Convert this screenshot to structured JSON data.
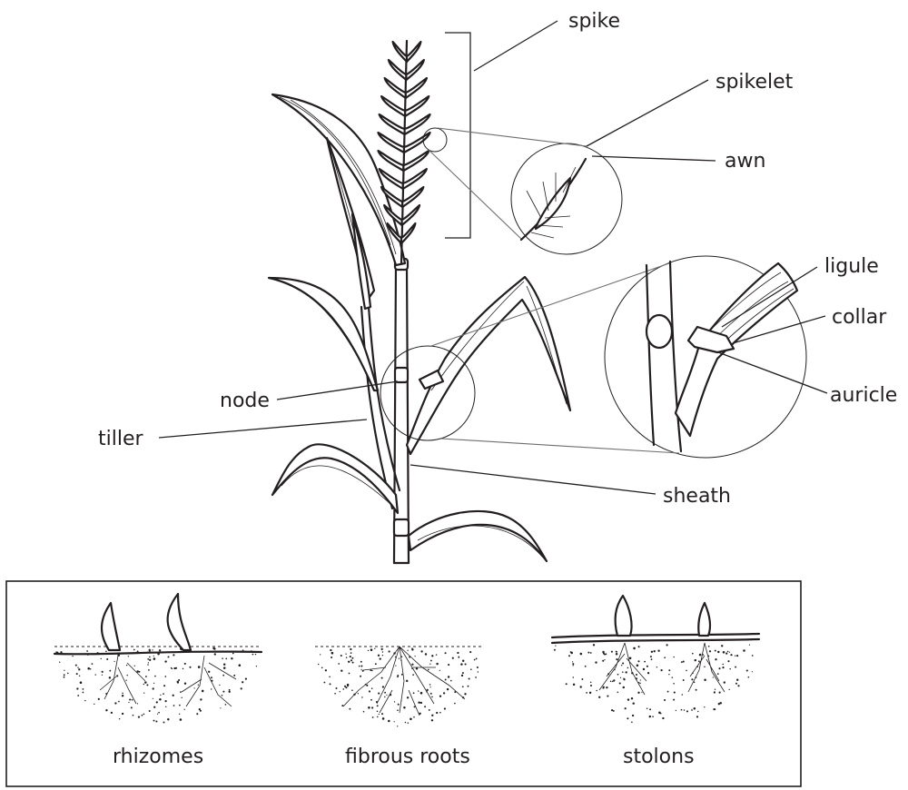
{
  "labels": {
    "spike": "spike",
    "spikelet": "spikelet",
    "awn": "awn",
    "ligule": "ligule",
    "collar": "collar",
    "auricle": "auricle",
    "node": "node",
    "tiller": "tiller",
    "sheath": "sheath"
  },
  "root_types": {
    "rhizomes": "rhizomes",
    "fibrous_roots": "fibrous roots",
    "stolons": "stolons"
  }
}
